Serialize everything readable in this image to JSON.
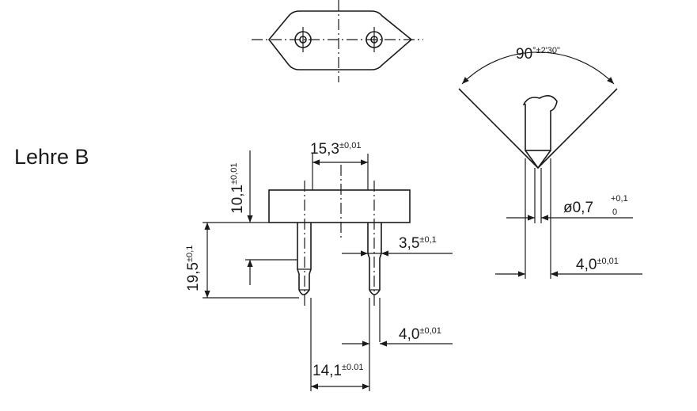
{
  "label_gauge": "Lehre B",
  "dimensions": {
    "d_15_3": {
      "value": "15,3",
      "tol": "±0,01"
    },
    "d_10_1": {
      "value": "10,1",
      "tol": "±0,01"
    },
    "d_19_5": {
      "value": "19,5",
      "tol": "±0,1"
    },
    "d_3_5": {
      "value": "3,5",
      "tol": "±0,1"
    },
    "d_4_0_pin": {
      "value": "4,0",
      "tol": "±0,01"
    },
    "d_14_1": {
      "value": "14,1",
      "tol": "±0.01"
    },
    "d_angle": {
      "value": "90",
      "tol": "°±2'30\""
    },
    "d_dia": {
      "value": "ø0,7",
      "tol_upper": "+0,1",
      "tol_lower": "0"
    },
    "d_4_0_detail": {
      "value": "4,0",
      "tol": "±0,01"
    }
  }
}
